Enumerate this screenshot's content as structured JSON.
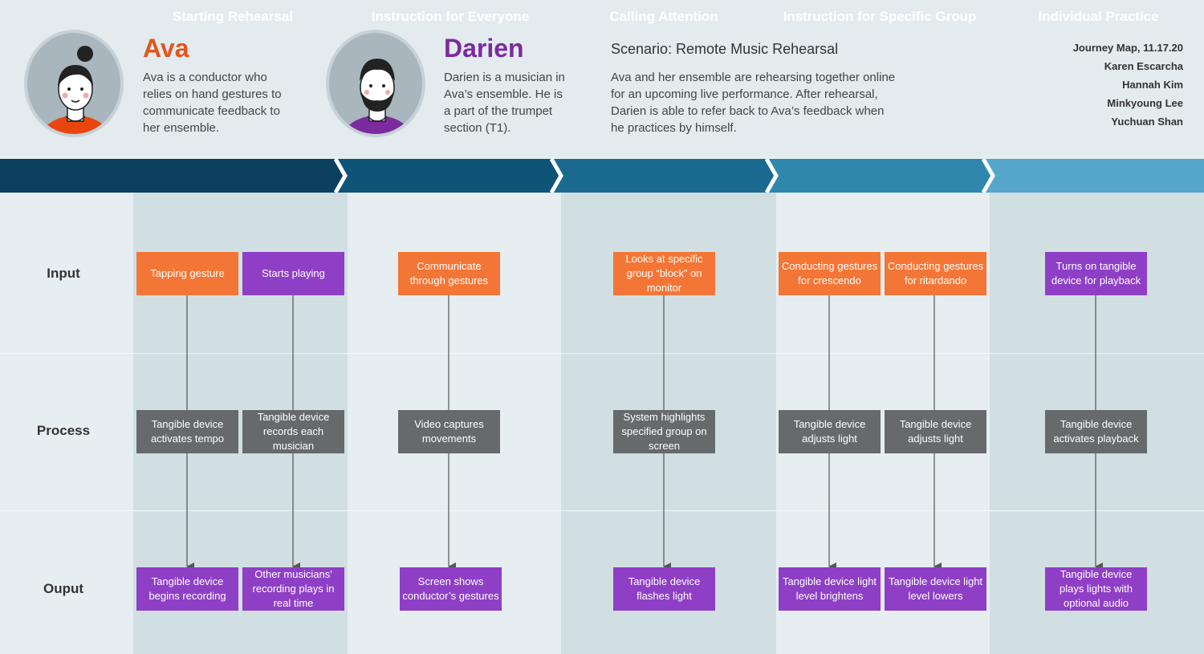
{
  "personas": [
    {
      "name": "Ava",
      "description": "Ava is a conductor who relies on hand gestures to communicate feedback to her ensemble.",
      "color": "#e2561e"
    },
    {
      "name": "Darien",
      "description": "Darien is a musician in Ava’s ensemble. He is a part of the trumpet section (T1).",
      "color": "#7b2aa0"
    }
  ],
  "scenario": {
    "title": "Scenario: Remote Music Rehearsal",
    "description": "Ava and her ensemble are rehearsing together online for an upcoming live performance. After rehearsal, Darien is able to refer back to Ava’s feedback when he practices by himself."
  },
  "credits": [
    "Journey Map, 11.17.20",
    "Karen Escarcha",
    "Hannah Kim",
    "Minkyoung Lee",
    "Yuchuan Shan"
  ],
  "stages": [
    "Starting Rehearsal",
    "Instruction for Everyone",
    "Calling Attention",
    "Instruction for Specific Group",
    "Individual Practice"
  ],
  "stage_colors": [
    "#0c3f5e",
    "#0f5477",
    "#1a6a8f",
    "#2f87ad",
    "#56a6cb"
  ],
  "rows": [
    "Input",
    "Process",
    "Ouput"
  ],
  "cells": {
    "c1": {
      "input": "Tapping gesture",
      "process": "Tangible device activates tempo",
      "output": "Tangible device begins recording"
    },
    "c2": {
      "input": "Starts playing",
      "process": "Tangible device records each musician",
      "output": "Other musicians' recording plays in real time"
    },
    "c3": {
      "input": "Communicate through gestures",
      "process": "Video captures movements",
      "output": "Screen shows conductor’s gestures"
    },
    "c4": {
      "input": "Looks at specific group “block” on monitor",
      "process": "System highlights specified group on screen",
      "output": "Tangible device flashes light"
    },
    "c5": {
      "input": "Conducting gestures for crescendo",
      "process": "Tangible device adjusts light",
      "output": "Tangible device light level brightens"
    },
    "c6": {
      "input": "Conducting gestures for ritardando",
      "process": "Tangible device adjusts light",
      "output": "Tangible device light level lowers"
    },
    "c7": {
      "input": "Turns on tangible device for playback",
      "process": "Tangible device activates playback",
      "output": "Tangible device plays lights with optional audio"
    }
  },
  "colors": {
    "input_orange": "#f47636",
    "action_purple": "#8e3fc6",
    "process_gray": "#666a6c"
  }
}
